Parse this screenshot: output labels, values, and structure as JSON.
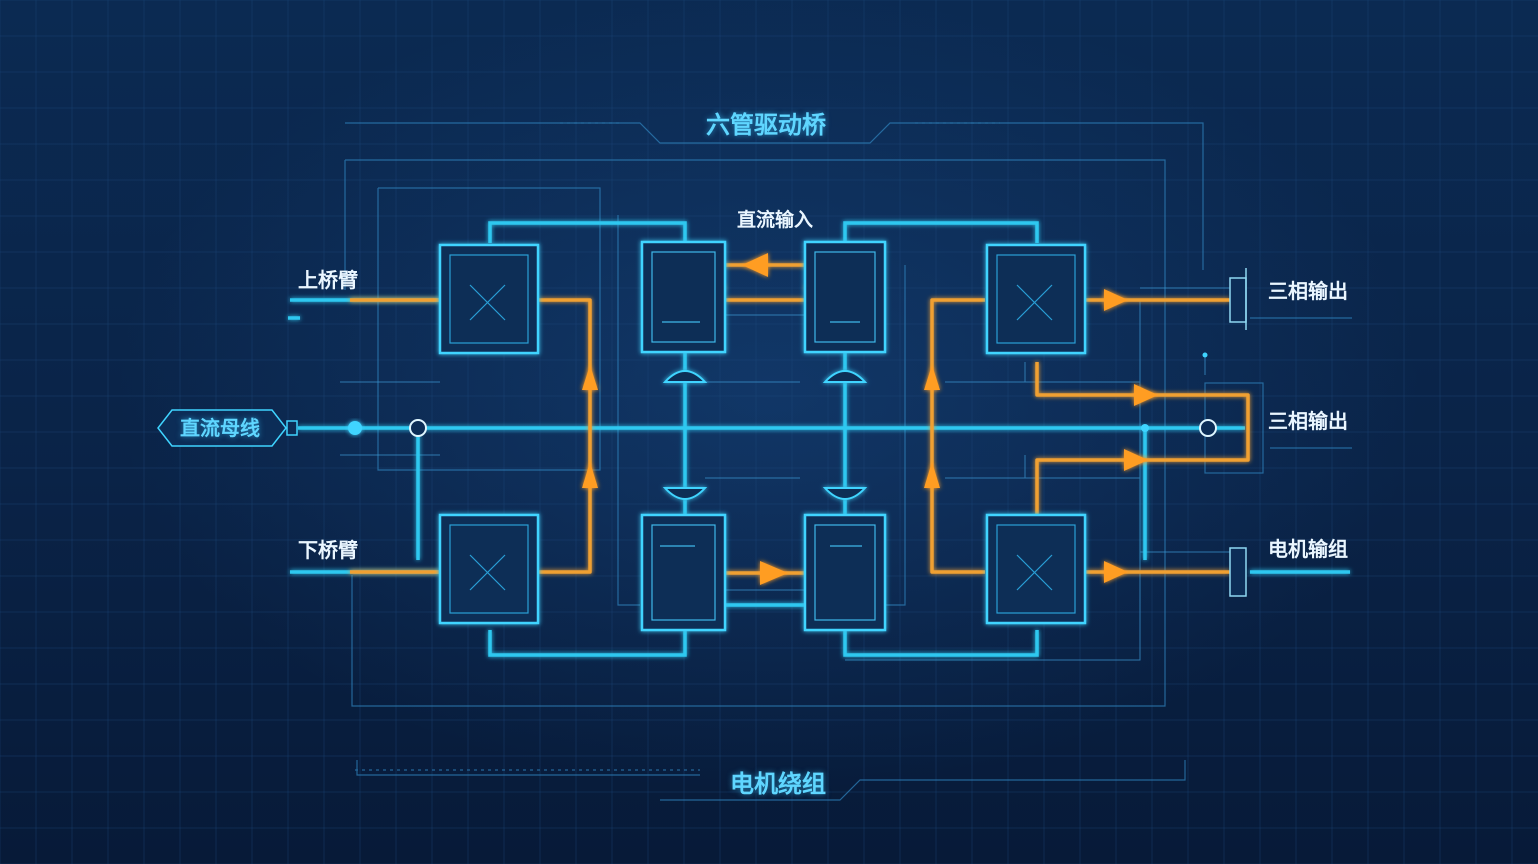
{
  "title": "六管驱动桥",
  "bottom_title": "电机绕组",
  "dc_input_label": "直流输入",
  "upper_arm_label": "上桥臂",
  "lower_arm_label": "下桥臂",
  "dc_bus_label": "直流母线",
  "right_labels": [
    "三相输出",
    "三相输出",
    "电机输组"
  ],
  "colors": {
    "background": "#0a2447",
    "cyan_wire": "#2fc8f0",
    "orange_wire": "#f0a030",
    "frame_line": "#3d9ad6",
    "label_text": "#eaf6ff",
    "accent_text": "#5fd6ff"
  },
  "icons": [
    "igbt-switch-icon",
    "diode-icon",
    "flow-arrow-icon",
    "junction-node-icon"
  ]
}
